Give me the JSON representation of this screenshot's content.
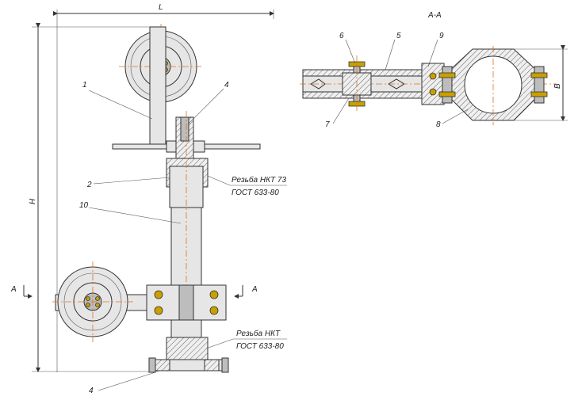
{
  "dimensions": {
    "length": "L",
    "height": "H",
    "width_b": "B"
  },
  "section": {
    "title": "A-A",
    "marker": "A"
  },
  "callouts": {
    "c1": "1",
    "c2": "2",
    "c4_top": "4",
    "c4_bottom": "4",
    "c5": "5",
    "c6": "6",
    "c7": "7",
    "c8": "8",
    "c9": "9",
    "c10": "10"
  },
  "notes": {
    "thread_top_line1": "Резьба НКТ 73",
    "thread_top_line2": "ГОСТ 633-80",
    "thread_bottom_line1": "Резьба НКТ",
    "thread_bottom_line2": "ГОСТ 633-80"
  },
  "colors": {
    "axis": "#e07020",
    "bolt": "#c9a000",
    "line": "#333333"
  }
}
